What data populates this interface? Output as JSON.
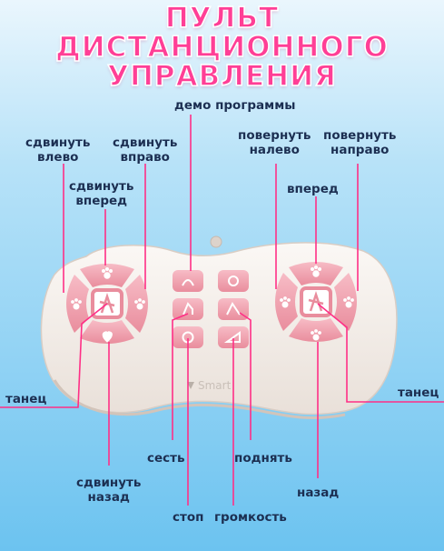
{
  "title": {
    "line1": "ПУЛЬТ",
    "line2": "ДИСТАНЦИОННОГО",
    "line3": "УПРАВЛЕНИЯ",
    "color": "#ff3f96"
  },
  "labels": {
    "demo": "демо программы",
    "shift_left_1": "сдвинуть",
    "shift_left_2": "влево",
    "shift_right_1": "сдвинуть",
    "shift_right_2": "вправо",
    "shift_fwd_1": "сдвинуть",
    "shift_fwd_2": "вперед",
    "turn_left_1": "повернуть",
    "turn_left_2": "налево",
    "turn_right_1": "повернуть",
    "turn_right_2": "направо",
    "forward": "вперед",
    "dance_left": "танец",
    "dance_right": "танец",
    "sit": "сесть",
    "lift": "поднять",
    "shift_back_1": "сдвинуть",
    "shift_back_2": "назад",
    "back": "назад",
    "stop": "стоп",
    "volume": "громкость"
  },
  "remote": {
    "brand": "Smart",
    "body_color": "#f5efea",
    "button_color": "#f2a6b2",
    "icon_color": "#ffffff"
  },
  "line_color": "#ff2f86"
}
